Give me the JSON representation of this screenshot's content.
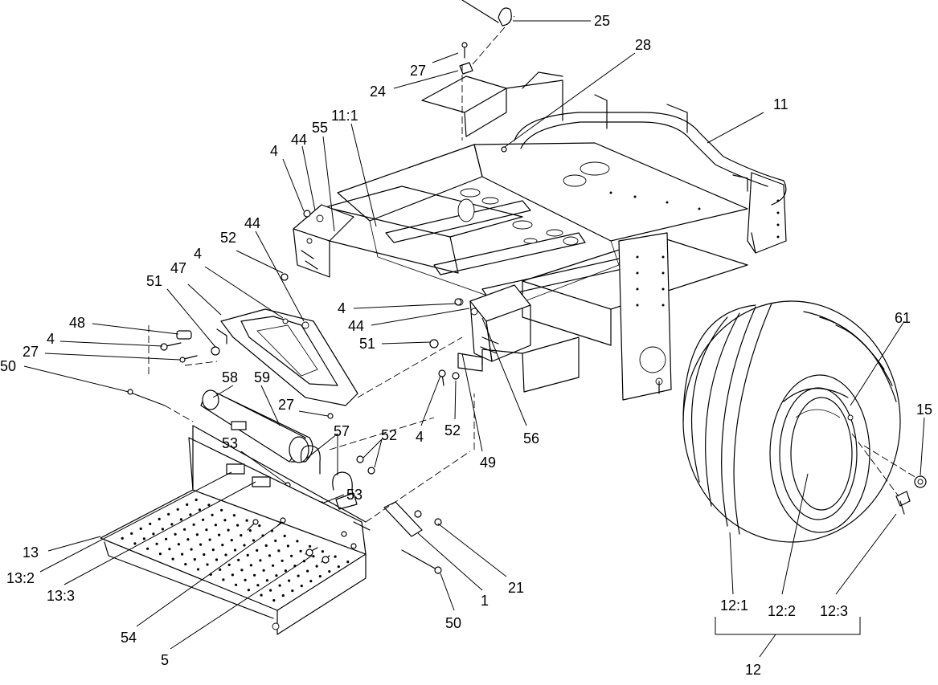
{
  "callouts": {
    "c25": "25",
    "c28": "28",
    "c27a": "27",
    "c24": "24",
    "c11_1": "11:1",
    "c55": "55",
    "c44a": "44",
    "c4a": "4",
    "c11": "11",
    "c44b": "44",
    "c52a": "52",
    "c4b": "4",
    "c47": "47",
    "c51a": "51",
    "c48": "48",
    "c4c": "4",
    "c27b": "27",
    "c50a": "50",
    "c58": "58",
    "c59": "59",
    "c4d": "4",
    "c44c": "44",
    "c51b": "51",
    "c27c": "27",
    "c4e": "4",
    "c52b": "52",
    "c49": "49",
    "c56": "56",
    "c57": "57",
    "c52c": "52",
    "c53a": "53",
    "c53b": "53",
    "c61": "61",
    "c15": "15",
    "c13": "13",
    "c13_2": "13:2",
    "c13_3": "13:3",
    "c21": "21",
    "c1": "1",
    "c50b": "50",
    "c54": "54",
    "c5": "5",
    "c12_1": "12:1",
    "c12_2": "12:2",
    "c12_3": "12:3",
    "c12": "12"
  }
}
